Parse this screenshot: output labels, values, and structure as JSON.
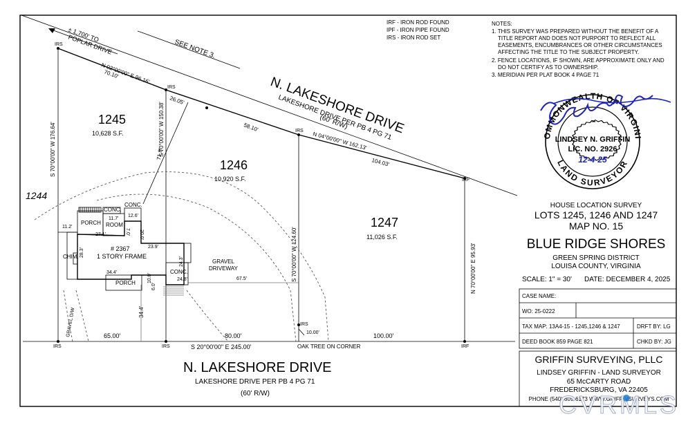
{
  "legend": {
    "irf": "IRF - IRON ROD FOUND",
    "ipf": "IPF - IRON PIPE FOUND",
    "irs": "IRS - IRON ROD SET"
  },
  "notes": {
    "heading": "NOTES:",
    "lines": [
      "1. THIS SURVEY WAS PREPARED WITHOUT THE BENEFIT OF A",
      "TITLE REPORT AND DOES NOT PURPORT TO REFLECT ALL",
      "EASEMENTS, ENCUMBRANCES OR OTHER CIRCUMSTANCES",
      "AFFECTING THE TITLE TO THE SUBJECT PROPERTY.",
      "2. FENCE LOCATIONS, IF SHOWN, ARE APPROXIMATE ONLY AND",
      "DO NOT CERTIFY AS TO OWNERSHIP.",
      "3. MERIDIAN PER PLAT BOOK 4 PAGE 71"
    ]
  },
  "seal": {
    "top_text": "COMMONWEALTH OF VIRGINIA",
    "name": "LINDSEY N. GRIFFIN",
    "lic": "LIC. NO. 2926",
    "date": "12-4-25",
    "bottom_text": "LAND SURVEYOR",
    "color": "#1a22c8"
  },
  "title_block": {
    "line1": "HOUSE LOCATION SURVEY",
    "line2": "LOTS 1245, 1246 AND 1247",
    "line3": "MAP NO. 15",
    "line4": "BLUE RIDGE SHORES",
    "line5": "GREEN SPRING DISTRICT",
    "line6": "LOUISA COUNTY, VIRGINIA",
    "scale": "SCALE: 1\" = 30'",
    "date": "DATE: DECEMBER 4, 2025"
  },
  "case_table": {
    "case_name": "CASE NAME:",
    "wo": "WO: 25-0222",
    "tax_map": "TAX MAP: 13A4-15 - 1245,1246 & 1247",
    "deed_book": "DEED BOOK 859 PAGE 821",
    "drft": "DRFT BY: LG",
    "chkd": "CHKD BY: JG"
  },
  "company": {
    "name": "GRIFFIN SURVEYING, PLLC",
    "line2": "LINDSEY GRIFFIN - LAND SURVEYOR",
    "line3": "65 McCARTY ROAD",
    "line4": "FREDERICKSBURG, VA 22405",
    "line5": "PHONE (540) 809-6173 WWW.GRIFFINSURVEYS.COM"
  },
  "watermark": "CVRMLS",
  "plat": {
    "poplar": [
      "± 1,700' TO",
      "POPLAR DRIVE"
    ],
    "see_note": "SEE NOTE 3.",
    "north_road": {
      "name": "N. LAKESHORE DRIVE",
      "sub1": "LAKESHORE DRIVE PER PB 4 PG 71",
      "sub2": "(60' R/W)"
    },
    "south_road": {
      "name": "N. LAKESHORE DRIVE",
      "sub1": "LAKESHORE DRIVE PER PB 4 PG 71",
      "sub2": "(60' R/W)"
    },
    "lots": [
      {
        "number": "1245",
        "area": "10,628 S.F."
      },
      {
        "number": "1246",
        "area": "10,920 S.F."
      },
      {
        "number": "1247",
        "area": "11,026 S.F."
      }
    ],
    "adjacent_lot": "1244",
    "bearings": {
      "north1": "N 02°00'00\" E  96.16'",
      "north2": "N 04°00'00\" W  162.13'",
      "south": "S 20°00'00\" E  245.00'",
      "west": "S 70°00'00\" W  176.64'",
      "lot_line1": "S 70°00'00\" W  150.38'",
      "lot_line2": "S 70°00'00\" W  124.60'",
      "east": "N 70°00'00\" E  95.93'"
    },
    "distances": {
      "d70": "70.10'",
      "d26": "26.05'",
      "d58": "58.10'",
      "d104": "104.03'",
      "d65": "65.00'",
      "d80": "80.00'",
      "d100": "100.00'",
      "d71": "71.8'",
      "d34": "34.4'",
      "d67": "67.5'",
      "d10": "10.00'"
    },
    "markers": {
      "irs": "IRS",
      "irf": "IRF"
    },
    "oak_tree": "OAK TREE ON CORNER",
    "gravel_dw": "GRAVEL D/W",
    "gravel_driveway": [
      "GRAVEL",
      "DRIVEWAY"
    ],
    "house": {
      "number": "# 2367",
      "type": "1 STORY FRAME",
      "porch_top": "PORCH",
      "porch_bottom": "PORCH",
      "room": [
        "11.7'",
        "ROOM"
      ],
      "conc1": "CONC.",
      "conc2": "CONC.",
      "conc3": "CONC.",
      "chim": "CHIM.",
      "dims": {
        "d11_2": "11.2'",
        "d27_1": "27.1'",
        "d28_3": "28.3'",
        "d34_4": "34.4'",
        "d23_9": "23.9'",
        "d24_3": "24.3'",
        "d24_8": "24.8'",
        "d12_6": "12.6'",
        "d20_0": "20.0'",
        "d10_0": "10.0'",
        "d7_0": "7.0'",
        "d6_0": "6.0'"
      }
    }
  }
}
